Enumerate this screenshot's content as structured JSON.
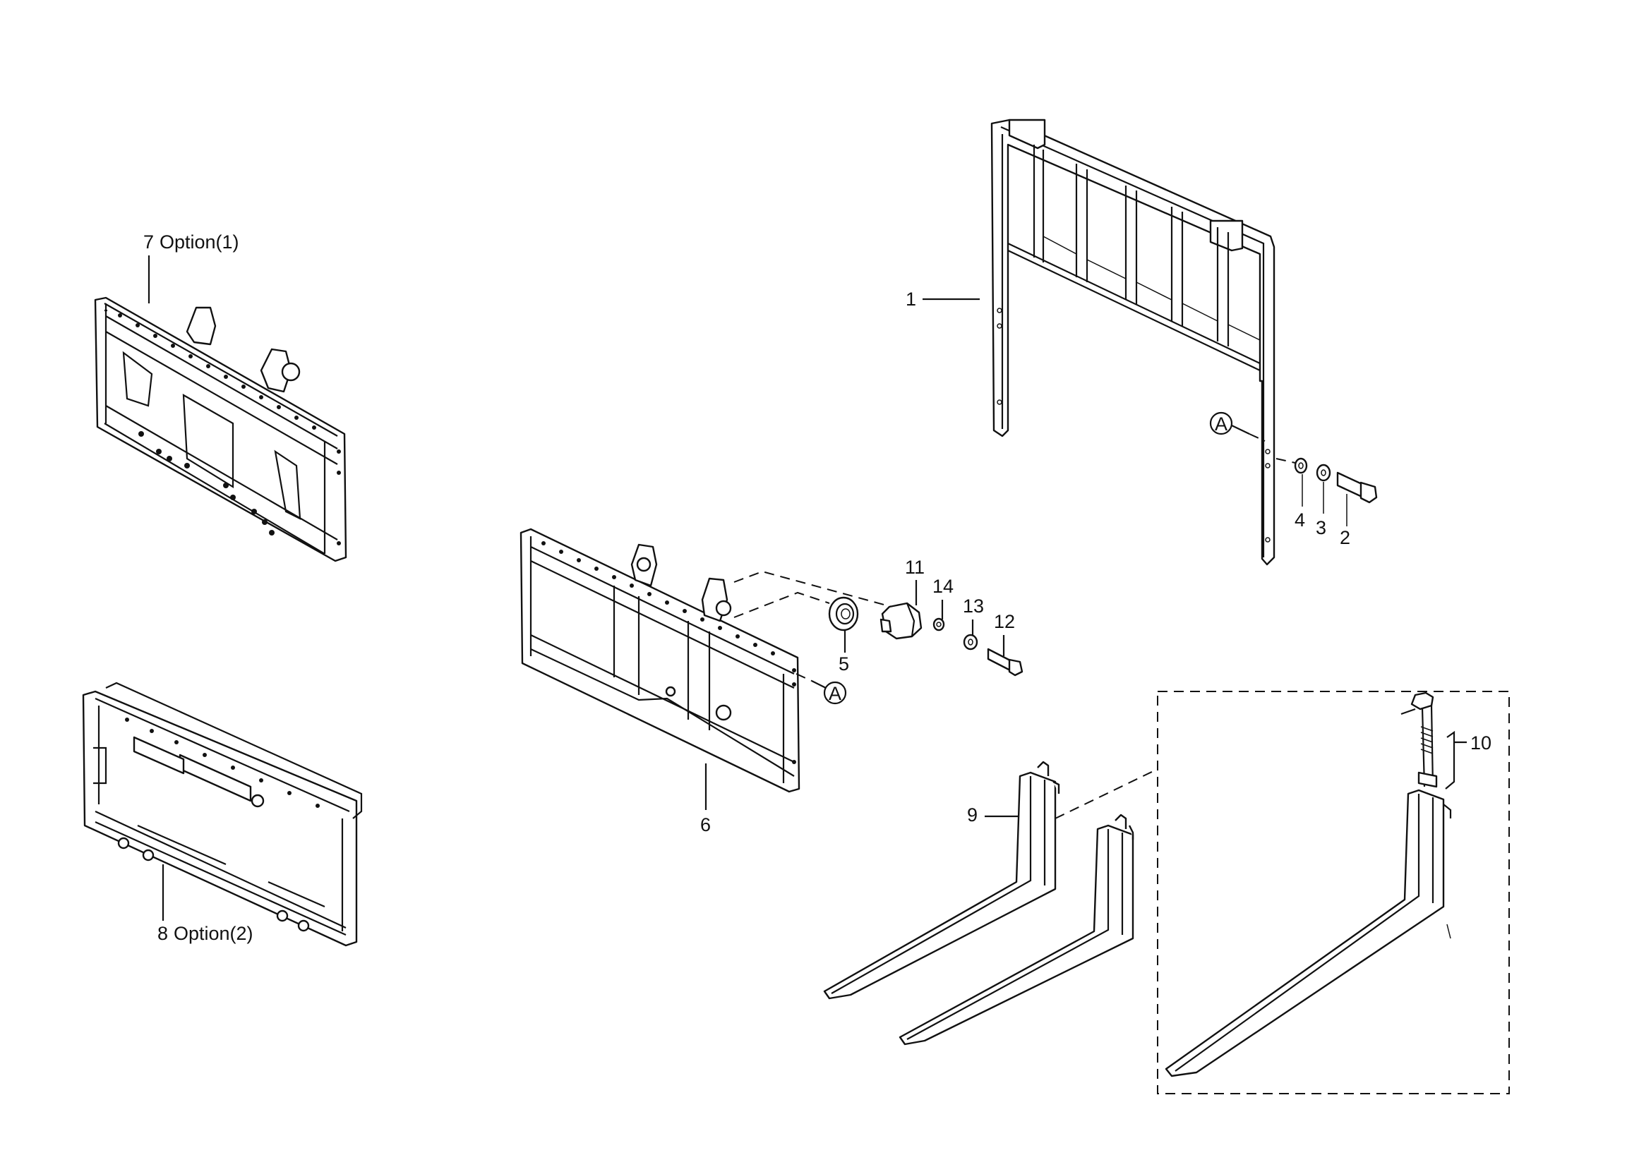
{
  "diagram": {
    "callouts": {
      "p1": "1",
      "p2": "2",
      "p3": "3",
      "p4": "4",
      "p5": "5",
      "p6": "6",
      "p7": "7",
      "p7_suffix": "Option(1)",
      "p8": "8",
      "p8_suffix": "Option(2)",
      "p9": "9",
      "p10": "10",
      "p11": "11",
      "p12": "12",
      "p13": "13",
      "p14": "14",
      "refA1": "A",
      "refA2": "A"
    }
  }
}
